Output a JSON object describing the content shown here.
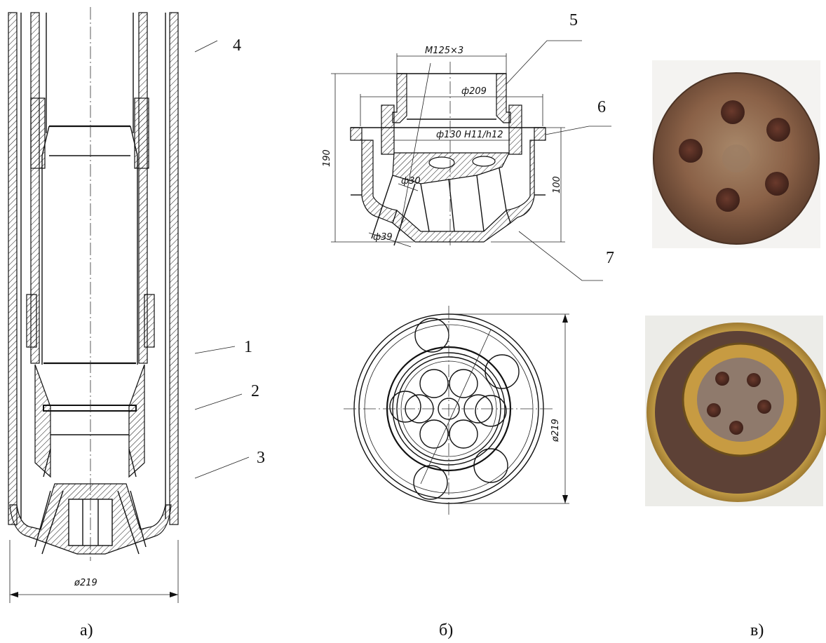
{
  "figure": {
    "drawing_a": {
      "callouts": [
        "4",
        "1",
        "2",
        "3"
      ],
      "diameter_label": "ø219",
      "caption": "а)"
    },
    "drawing_b": {
      "callouts": [
        "5",
        "6",
        "7"
      ],
      "thread_label": "M125×3",
      "d209_label": "ф209",
      "d130_label": "ф130 H11/h12",
      "height_190_label": "190",
      "height_100_label": "100",
      "d30_label": "ф30",
      "d39_label": "ф39",
      "d219_label": "ø219",
      "caption": "б)"
    },
    "photos": {
      "caption": "в)"
    }
  }
}
